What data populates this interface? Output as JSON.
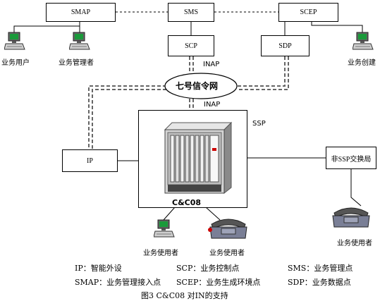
{
  "nodes": {
    "smap": "SMAP",
    "sms": "SMS",
    "scep": "SCEP",
    "scp": "SCP",
    "sdp": "SDP",
    "ss7": "七号信令网",
    "ip": "IP",
    "ssp": "SSP",
    "non_ssp": "非SSP交换局",
    "switch_name": "C&C08"
  },
  "link_labels": {
    "inap_top": "INAP",
    "inap_bottom": "INAP"
  },
  "terminals": {
    "business_user": "业务用户",
    "business_manager": "业务管理者",
    "business_creator": "业务创建",
    "service_user_1": "业务使用者",
    "service_user_2": "业务使用者",
    "service_user_3": "业务使用者"
  },
  "legend": {
    "ip": "IP：智能外设",
    "scp": "SCP：业务控制点",
    "sms": "SMS：业务管理点",
    "smap": "SMAP：业务管理接入点",
    "scep": "SCEP：业务生成环境点",
    "sdp": "SDP：业务数据点"
  },
  "caption": "图3   C&C08 对IN的支持"
}
